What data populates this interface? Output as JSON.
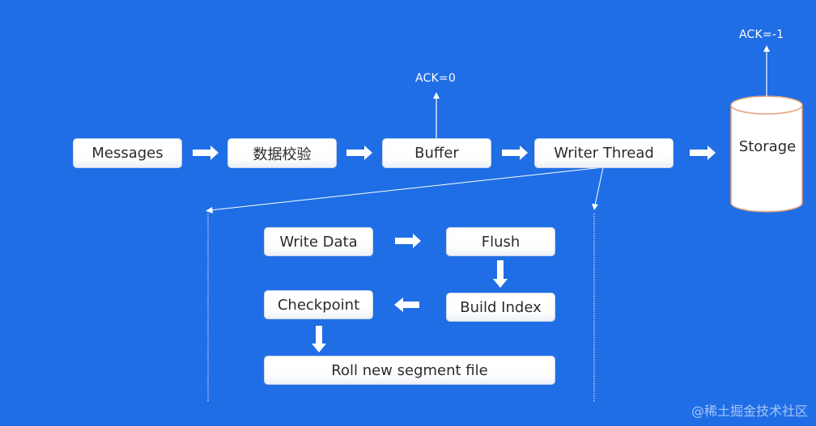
{
  "pipeline": {
    "messages": "Messages",
    "validation": "数据校验",
    "buffer": "Buffer",
    "writer_thread": "Writer Thread",
    "storage": "Storage"
  },
  "acks": {
    "buffer_ack": "ACK=0",
    "storage_ack": "ACK=-1"
  },
  "writer_steps": {
    "write_data": "Write Data",
    "flush": "Flush",
    "build_index": "Build Index",
    "checkpoint": "Checkpoint",
    "roll_segment": "Roll new segment file"
  },
  "watermark": "@稀土掘金技术社区",
  "colors": {
    "background": "#1f6ee6",
    "box_fill": "#ffffff",
    "storage_rim": "#e3a079",
    "arrow": "#ffffff"
  }
}
